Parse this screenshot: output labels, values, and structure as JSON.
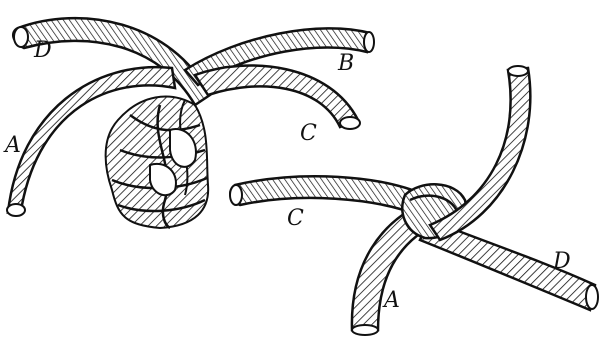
{
  "left_knot": {
    "strand_labels": [
      "A",
      "B",
      "C",
      "D"
    ]
  },
  "right_knot": {
    "strand_labels": [
      "C",
      "A",
      "D"
    ]
  },
  "colors": {
    "ink": "#111111",
    "rope_fill": "#ffffff",
    "background": "#ffffff"
  }
}
